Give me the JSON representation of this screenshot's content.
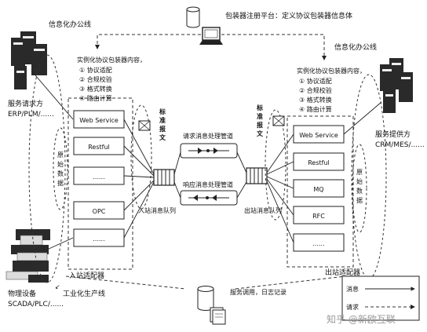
{
  "top": {
    "registry": "包装器注册平台：定义协议包装器信息体"
  },
  "left": {
    "office_line": "信息化办公线",
    "requester_l1": "服务请求方",
    "requester_l2": "ERP/PLM/......",
    "plant_l1": "物理设备",
    "plant_l2": "SCADA/PLC/......",
    "industrial_line": "工业化生产线",
    "adapter": "入站适配器",
    "queue": "入站消息队列",
    "raw_data": [
      "原",
      "始",
      "数",
      "据"
    ],
    "wrapper_title": "实例化协议包装器内容，",
    "wrapper_items": [
      "① 协议适配",
      "② 合规校验",
      "③ 格式转换",
      "④ 路由计算"
    ],
    "std_msg": [
      "标",
      "准",
      "报",
      "文"
    ],
    "boxes": [
      "Web Service",
      "Restful",
      "......",
      "OPC",
      "......"
    ]
  },
  "center": {
    "request_pipeline": "请求消息处理管道",
    "response_pipeline": "响应消息处理管道"
  },
  "right": {
    "office_line": "信息化办公线",
    "provider_l1": "服务提供方",
    "provider_l2": "CRM/MES/......",
    "adapter": "出站适配器",
    "queue": "出站消息队列",
    "raw_data": [
      "原",
      "始",
      "数",
      "据"
    ],
    "wrapper_title": "实例化协议包装器内容，",
    "wrapper_items": [
      "① 协议适配",
      "② 合规校验",
      "③ 格式转换",
      "④ 路由计算"
    ],
    "std_msg": [
      "标",
      "准",
      "报",
      "文"
    ],
    "boxes": [
      "Web Service",
      "Restful",
      "MQ",
      "RFC",
      "......"
    ]
  },
  "bottom": {
    "log_service": "服务调用，日志记录"
  },
  "legend": {
    "message": "消息",
    "request": "请求"
  },
  "watermark": "知乎 @新欧互联"
}
